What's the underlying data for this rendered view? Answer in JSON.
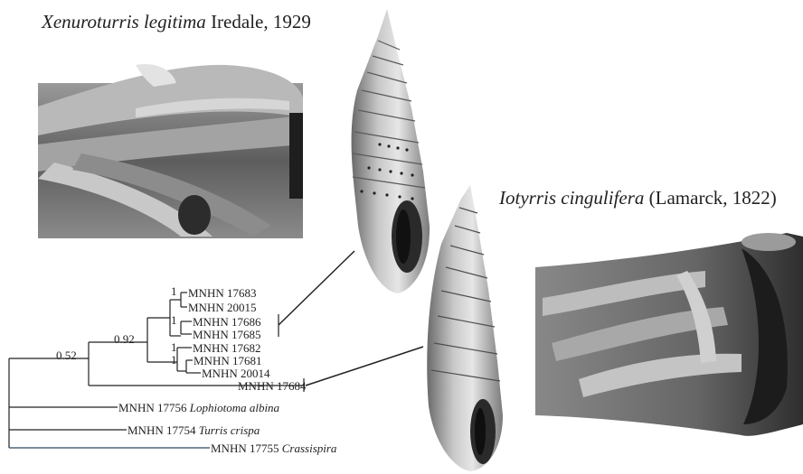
{
  "species": {
    "xenuroturris": {
      "genus_species": "Xenuroturris legitima",
      "author": "Iredale, 1929"
    },
    "iotyrris": {
      "genus_species": "Iotyrris cingulifera",
      "author": "(Lamarck, 1822)"
    }
  },
  "tree": {
    "support_values": [
      "0.52",
      "0.92",
      "1",
      "1",
      "1",
      "1"
    ],
    "leaves": [
      {
        "id": "MNHN 17683",
        "species": ""
      },
      {
        "id": "MNHN 20015",
        "species": ""
      },
      {
        "id": "MNHN 17686",
        "species": ""
      },
      {
        "id": "MNHN 17685",
        "species": ""
      },
      {
        "id": "MNHN 17682",
        "species": ""
      },
      {
        "id": "MNHN 17681",
        "species": ""
      },
      {
        "id": "MNHN 20014",
        "species": ""
      },
      {
        "id": "MNHN 17684",
        "species": ""
      },
      {
        "id": "MNHN 17756",
        "species": "Lophiotoma albina"
      },
      {
        "id": "MNHN 17754",
        "species": "Turris crispa"
      },
      {
        "id": "MNHN 17755",
        "species": "Crassispira"
      }
    ]
  },
  "colors": {
    "ink": "#222222",
    "shell_light": "#d8d8d8",
    "shell_mid": "#9a9a9a",
    "shell_dark": "#3a3a3a",
    "sem_bg": "#6f6f6f"
  }
}
